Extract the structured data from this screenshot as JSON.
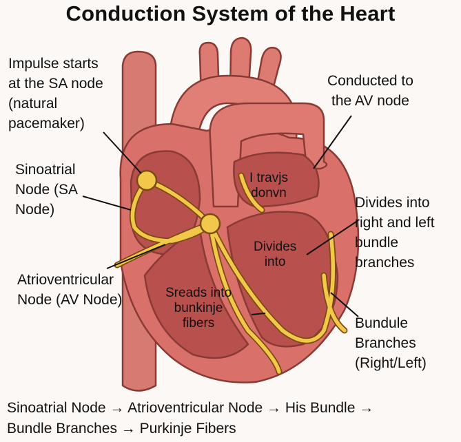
{
  "title": "Conduction System of the Heart",
  "labels": {
    "impulse": "Impulse starts\nat the SA node\n(natural\npacemaker)",
    "sa_node": "Sinoatrial\nNode (SA\nNode)",
    "av_node": "Atrioventricular\nNode (AV Node)",
    "conducted": "Conducted to\nthe AV node",
    "divides_right_left": "Divides into\nright and left\nbundle\nbranches",
    "bundle_branches": "Bundule\nBranches\n(Right/Left)",
    "travels_down": "I travjs\ndonvn",
    "divides_into": "Divides\ninto",
    "spreads": "Sreads into\nbunkinje\nfibers"
  },
  "footer": {
    "line1": "Sinoatrial Node → Atrioventricular Node → His Bundle →",
    "line2": "Bundle Branches → Purkinje Fibers"
  },
  "colors": {
    "heart_outer": "#d9706a",
    "heart_inner": "#b8504e",
    "conduction": "#f2c84b",
    "outline": "#7a2e2a"
  }
}
